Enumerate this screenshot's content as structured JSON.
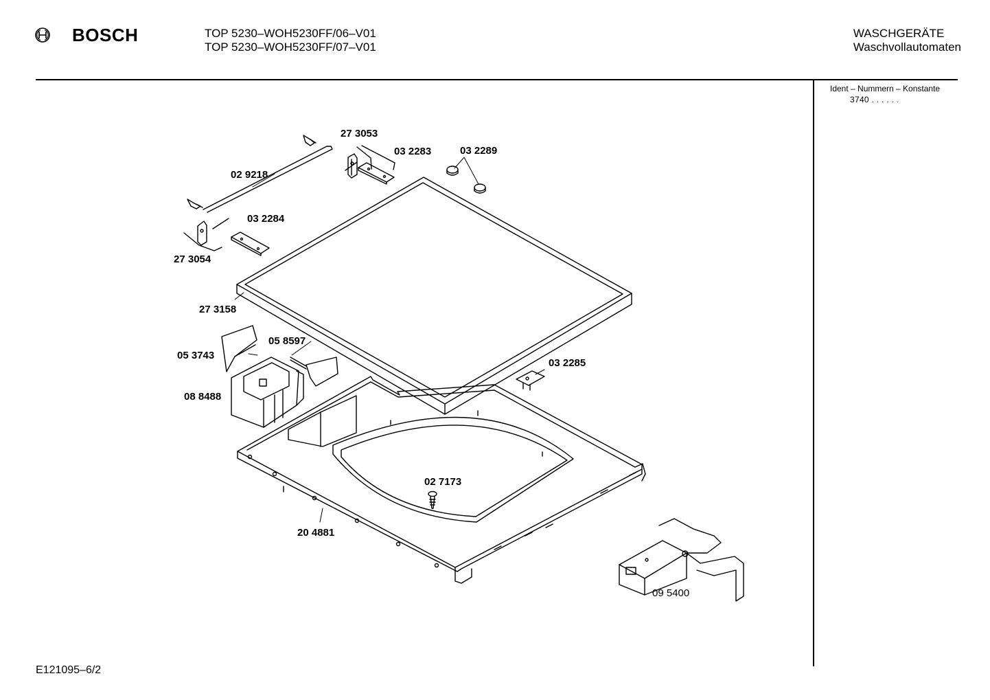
{
  "header": {
    "brand": "BOSCH",
    "model_line_1": "TOP 5230–WOH5230FF/06–V01",
    "model_line_2": "TOP 5230–WOH5230FF/07–V01",
    "category_line_1": "WASCHGERÄTE",
    "category_line_2": "Waschvollautomaten"
  },
  "sidebar": {
    "ident_label": "Ident – Nummern – Konstante",
    "ident_value": "3740 .  .  .  .  .  ."
  },
  "footer": {
    "doc_code": "E121095–6/2"
  },
  "parts": [
    {
      "number": "27 3053"
    },
    {
      "number": "03 2283"
    },
    {
      "number": "03 2289"
    },
    {
      "number": "02 9218"
    },
    {
      "number": "03 2284"
    },
    {
      "number": "27 3054"
    },
    {
      "number": "27 3158"
    },
    {
      "number": "05 8597"
    },
    {
      "number": "05 3743"
    },
    {
      "number": "03 2285"
    },
    {
      "number": "08 8488"
    },
    {
      "number": "02 7173"
    },
    {
      "number": "20 4881"
    },
    {
      "number": "09 5400"
    }
  ],
  "colors": {
    "ink": "#000000",
    "paper": "#ffffff"
  }
}
